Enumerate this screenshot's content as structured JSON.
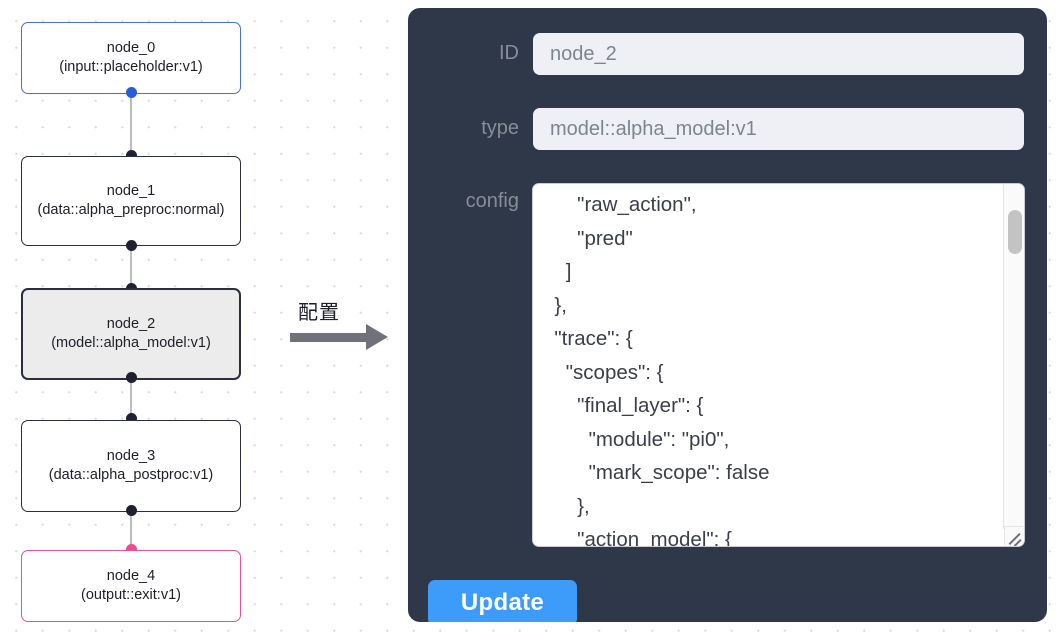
{
  "canvas": {
    "nodes": [
      {
        "id": "node-0",
        "title": "node_0",
        "subtitle": "(input::placeholder:v1)",
        "state": "input"
      },
      {
        "id": "node-1",
        "title": "node_1",
        "subtitle": "(data::alpha_preproc:normal)",
        "state": "default"
      },
      {
        "id": "node-2",
        "title": "node_2",
        "subtitle": "(model::alpha_model:v1)",
        "state": "selected"
      },
      {
        "id": "node-3",
        "title": "node_3",
        "subtitle": "(data::alpha_postproc:v1)",
        "state": "default"
      },
      {
        "id": "node-4",
        "title": "node_4",
        "subtitle": "(output::exit:v1)",
        "state": "output"
      }
    ],
    "colors": {
      "input_border": "#4571c7",
      "output_border": "#e4519b",
      "default_border": "#2b2f3d",
      "selected_fill": "#ececec",
      "edge": "#b9bcc2",
      "dot": "#1f2133",
      "dot_input": "#2a5ed8",
      "dot_output": "#ef4a8f"
    }
  },
  "arrow": {
    "label": "配置",
    "color": "#6f7379"
  },
  "panel": {
    "background": "#2f3848",
    "fields": [
      {
        "label": "ID",
        "value": "node_2"
      },
      {
        "label": "type",
        "value": "model::alpha_model:v1"
      }
    ],
    "config": {
      "label": "config",
      "value": "      \"raw_action\",\n      \"pred\"\n    ]\n  },\n  \"trace\": {\n    \"scopes\": {\n      \"final_layer\": {\n        \"module\": \"pi0\",\n        \"mark_scope\": false\n      },\n      \"action_model\": {"
    },
    "update_label": "Update",
    "accent": "#3d9bfa"
  }
}
